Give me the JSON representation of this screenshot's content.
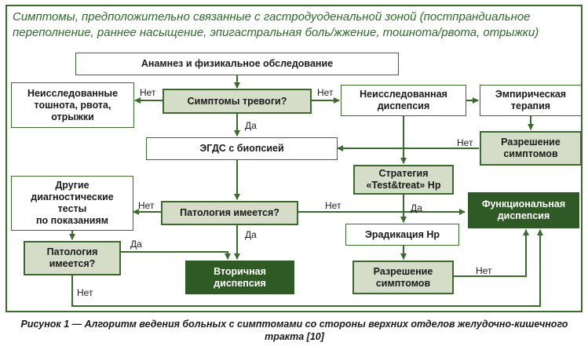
{
  "heading": "Симптомы, предположительно связанные с гастродуоденальной зоной (постпрандиальное переполнение, раннее насыщение, эпигастральная боль/жжение, тошнота/рвота, отрыжки)",
  "nodes": {
    "anamnesis": "Анамнез и физикальное обследование",
    "alarm": "Симптомы тревоги?",
    "unexplored_symptoms": "Неисследованные\nтошнота, рвота,\nотрыжки",
    "unexplored_dyspepsia": "Неисследованная\nдиспепсия",
    "empiric": "Эмпирическая\nтерапия",
    "resolution_top": "Разрешение\nсимптомов",
    "egds": "ЭГДС с биопсией",
    "test_treat": "Стратегия\n«Test&treat» Hp",
    "other_tests": "Другие\nдиагностические\nтесты\nпо показаниям",
    "pathology_main": "Патология имеется?",
    "functional": "Функциональная\nдиспепсия",
    "eradication": "Эрадикация Hp",
    "pathology_left": "Патология\nимеется?",
    "secondary": "Вторичная\nдиспепсия",
    "resolution_bottom": "Разрешение\nсимптомов"
  },
  "edge_labels": {
    "alarm_no": "Нет",
    "alarm_yes": "Да",
    "unexplored_no": "Нет",
    "resolution_no": "Нет",
    "pathology_no": "Нет",
    "pathology_no_right": "Нет",
    "pathology_yes": "Да",
    "testtreat_yes": "Да",
    "left_yes": "Да",
    "left_no": "Нет",
    "resolution_bottom_no": "Нет"
  },
  "caption": "Рисунок 1 — Алгоритм ведения больных с симптомами со стороны верхних отделов желудочно-кишечного тракта [10]"
}
